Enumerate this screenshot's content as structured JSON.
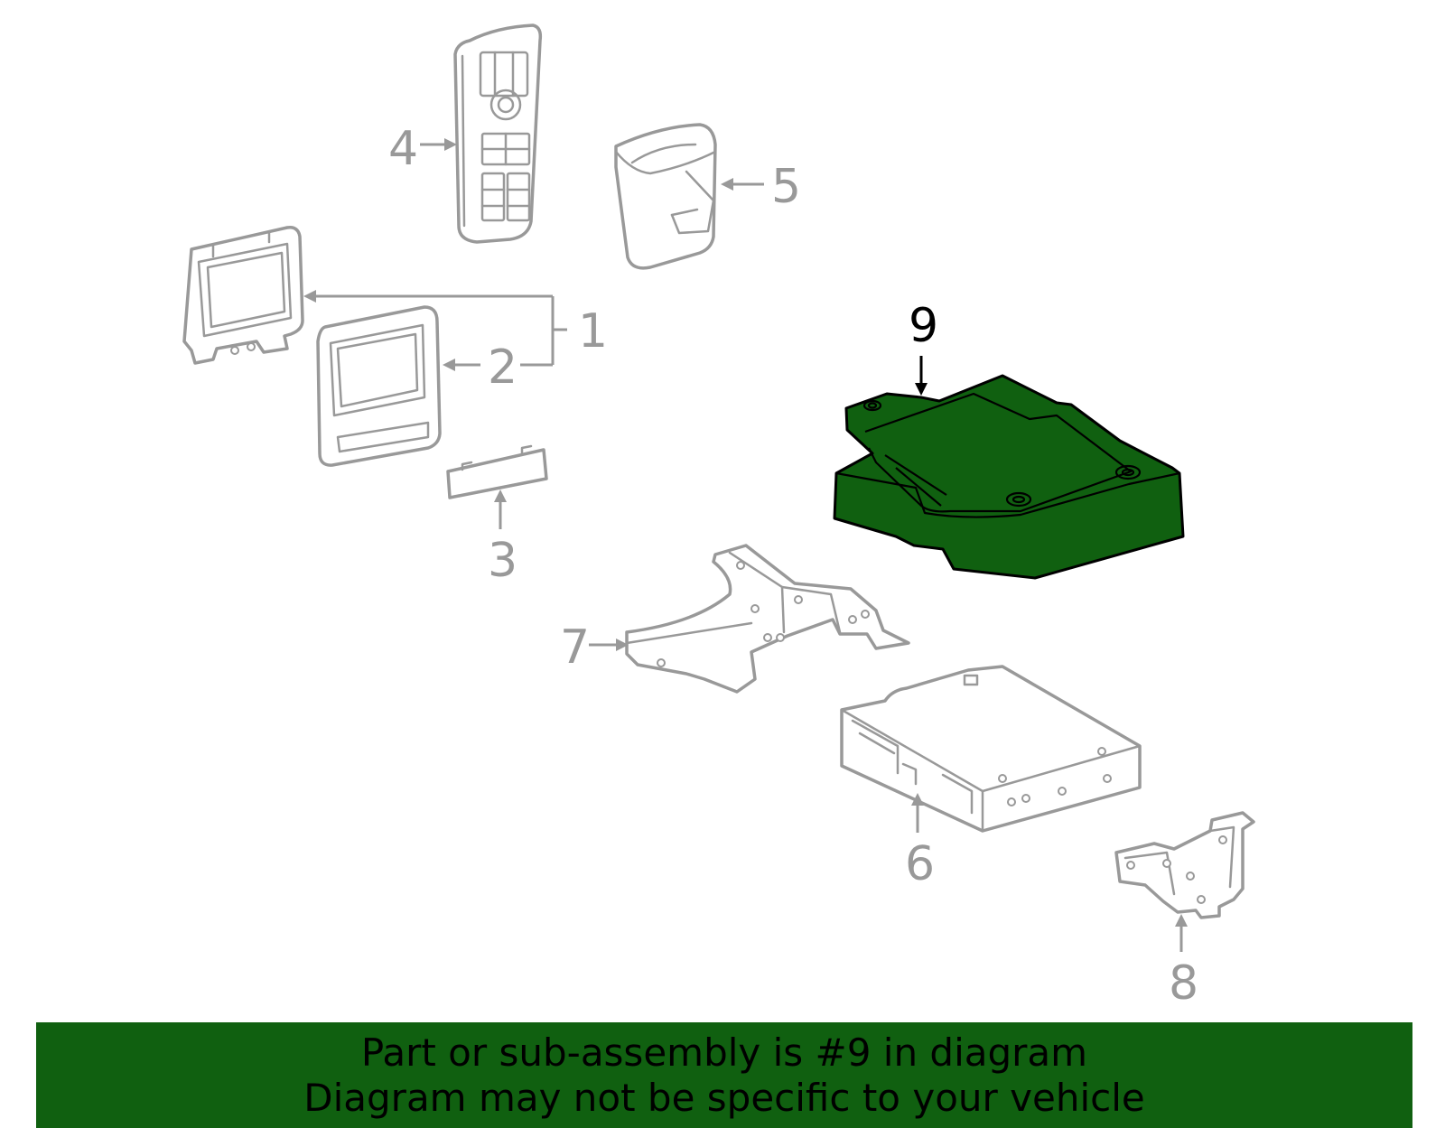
{
  "callouts": {
    "c1": "1",
    "c2": "2",
    "c3": "3",
    "c4": "4",
    "c5": "5",
    "c6": "6",
    "c7": "7",
    "c8": "8",
    "c9": "9"
  },
  "highlight_color": "#106010",
  "part_outline_color": "#999999",
  "banner": {
    "line1": "Part or sub-assembly is #9 in diagram",
    "line2": "Diagram may not be specific to your vehicle"
  }
}
